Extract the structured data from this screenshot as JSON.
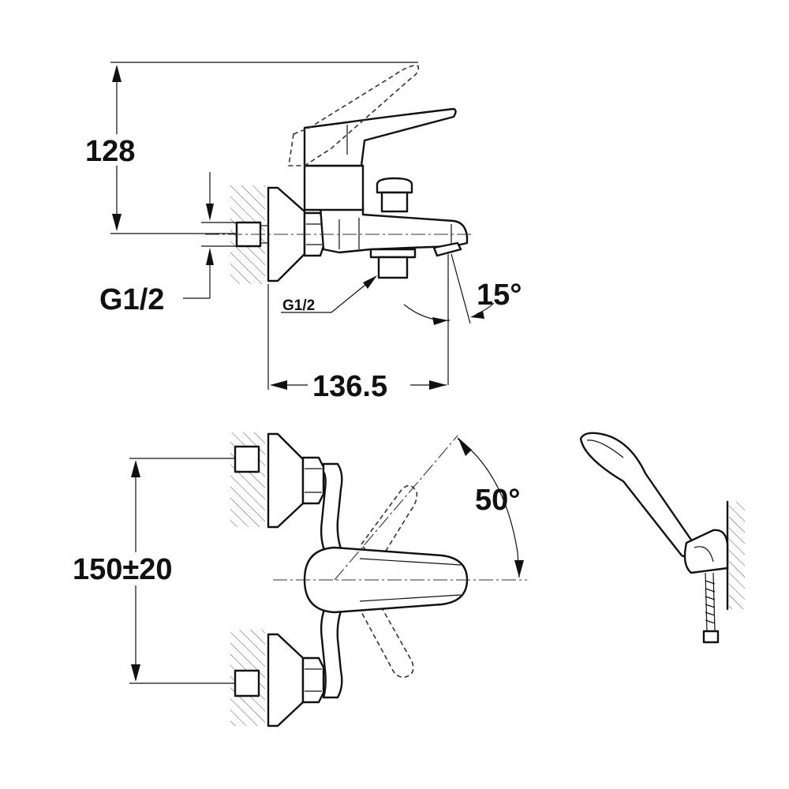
{
  "dimensions": {
    "height": "128",
    "thread_left": "G1/2",
    "thread_bottom": "G1/2",
    "spout_angle": "15°",
    "projection": "136.5",
    "centers": "150±20",
    "lever_angle": "50°"
  },
  "colors": {
    "line": "#111111",
    "background": "#ffffff"
  }
}
